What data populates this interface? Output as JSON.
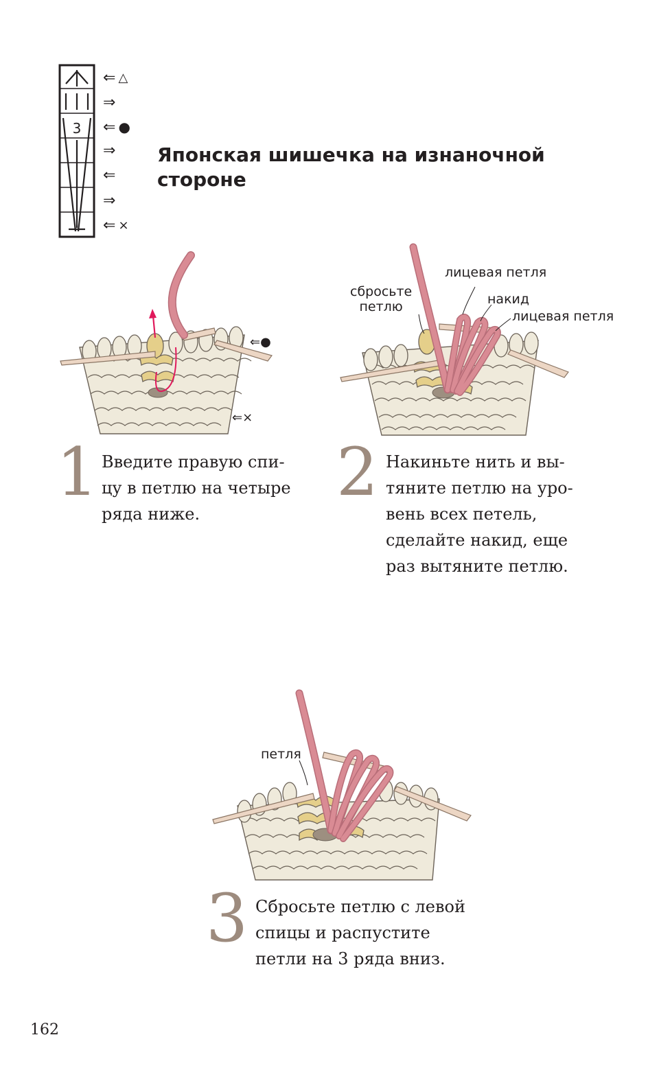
{
  "page": {
    "title": "Японская шишечка на изнаночной стороне",
    "page_number": "162"
  },
  "chart_symbol": {
    "cell_number": "3",
    "rows": [
      {
        "arrow": "⇐",
        "mark": "△"
      },
      {
        "arrow": "⇒",
        "mark": ""
      },
      {
        "arrow": "⇐",
        "mark": "●"
      },
      {
        "arrow": "⇒",
        "mark": ""
      },
      {
        "arrow": "⇐",
        "mark": ""
      },
      {
        "arrow": "⇒",
        "mark": ""
      },
      {
        "arrow": "⇐",
        "mark": "×"
      }
    ]
  },
  "colors": {
    "yarn_cream": "#efeadb",
    "yarn_yellow": "#e5cf8a",
    "yarn_pink": "#d98b94",
    "needle": "#ecd6c4",
    "arrow_red": "#e0195b",
    "step_number": "#9d8b7e"
  },
  "steps": [
    {
      "number": "1",
      "text": "Введите правую спи-\nцу в петлю на четыре\nряда ниже.",
      "markers": {
        "top": "⇐●",
        "bottom": "⇐×"
      }
    },
    {
      "number": "2",
      "text": "Накиньте нить и вы-\nтяните петлю на уро-\nвень всех петель,\nсделайте накид, еще\nраз вытяните петлю.",
      "labels": {
        "drop": "сбросьте\nпетлю",
        "knit1": "лицевая петля",
        "yo": "накид",
        "knit2": "лицевая петля"
      }
    },
    {
      "number": "3",
      "text": "Сбросьте петлю с левой\nспицы и распустите\nпетли на 3 ряда вниз.",
      "labels": {
        "loop": "петля"
      }
    }
  ]
}
